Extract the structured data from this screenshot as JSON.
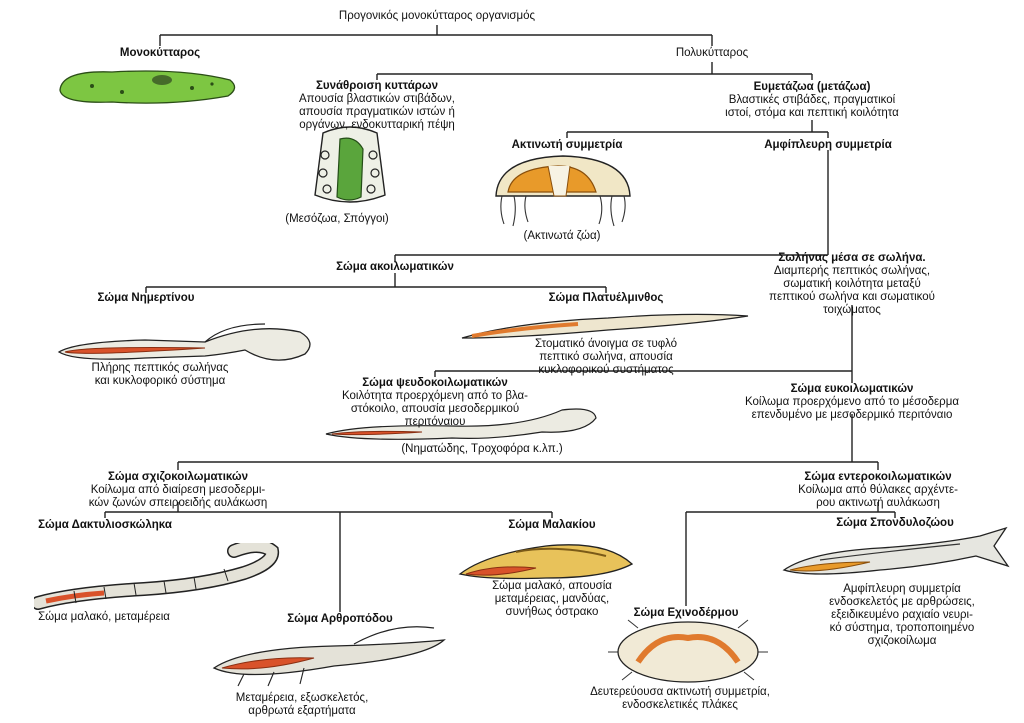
{
  "nodes": {
    "root": "Προγονικός μονοκύτταρος οργανισμός",
    "unicellular": "Μονοκύτταρος",
    "multicellular": "Πολυκύτταρος",
    "aggregation": {
      "title": "Συνάθροιση κυττάρων",
      "desc": [
        "Απουσία βλαστικών στιβάδων,",
        "απουσία πραγματικών ιστών ή",
        "οργάνων, ενδοκυτταρική πέψη"
      ],
      "example": "(Μεσόζωα, Σπόγγοι)"
    },
    "eumetazoa": {
      "title": "Ευμετάζωα (μετάζωα)",
      "desc": [
        "Βλαστικές στιβάδες, πραγματικοί",
        "ιστοί, στόμα και πεπτική κοιλότητα"
      ]
    },
    "radial": {
      "title": "Ακτινωτή συμμετρία",
      "example": "(Ακτινωτά ζώα)"
    },
    "bilateral": {
      "title": "Αμφίπλευρη συμμετρία"
    },
    "tube": {
      "title": "Σωλήνας μέσα σε σωλήνα.",
      "desc": [
        "Διαμπερής πεπτικός σωλήνας,",
        "σωματική κοιλότητα μεταξύ",
        "πεπτικού σωλήνα και σωματικού",
        "τοιχώματος"
      ]
    },
    "acoelomate": {
      "title": "Σώμα ακοιλωματικών"
    },
    "nemertean": {
      "title": "Σώμα Νημερτίνου",
      "desc": [
        "Πλήρης πεπτικός σωλήνας",
        "και κυκλοφορικό σύστημα"
      ]
    },
    "flatworm": {
      "title": "Σώμα Πλατυέλμινθος",
      "desc": [
        "Στοματικό άνοιγμα σε τυφλό",
        "πεπτικό σωλήνα, απουσία",
        "κυκλοφορικού συστήματος"
      ]
    },
    "pseudocoelomate": {
      "title": "Σώμα ψευδοκοιλωματικών",
      "desc": [
        "Κοιλότητα προερχόμενη από το βλα-",
        "στόκοιλο, απουσία μεσοδερμικού",
        "περιτόναιου"
      ],
      "example": "(Νηματώδης, Τροχοφόρα κ.λπ.)"
    },
    "eucoelomate": {
      "title": "Σώμα ευκοιλωματικών",
      "desc": [
        "Κοίλωμα προερχόμενο από το μέσοδερμα",
        "επενδυμένο με μεσοδερμικό περιτόναιο"
      ]
    },
    "schizocoelomate": {
      "title": "Σώμα σχιζοκοιλωματικών",
      "desc": [
        "Κοίλωμα από διαίρεση μεσοδερμι-",
        "κών ζωνών σπειροειδής αυλάκωση"
      ]
    },
    "enterocoelomate": {
      "title": "Σώμα εντεροκοιλωματικών",
      "desc": [
        "Κοίλωμα από θύλακες αρχέντε-",
        "ρου ακτινωτή αυλάκωση"
      ]
    },
    "annelid": {
      "title": "Σώμα Δακτυλιοσκώληκα",
      "desc": [
        "Σώμα μαλακό, μεταμέρεια"
      ]
    },
    "mollusc": {
      "title": "Σώμα Μαλακίου",
      "desc": [
        "Σώμα μαλακό, απουσία",
        "μεταμέρειας, μανδύας,",
        "συνήθως όστρακο"
      ]
    },
    "arthropod": {
      "title": "Σώμα Αρθροπόδου",
      "desc": [
        "Μεταμέρεια, εξωσκελετός,",
        "αρθρωτά εξαρτήματα"
      ]
    },
    "echinoderm": {
      "title": "Σώμα Εχινοδέρμου",
      "desc": [
        "Δευτερεύουσα ακτινωτή συμμετρία,",
        "ενδοσκελετικές πλάκες"
      ]
    },
    "vertebrate": {
      "title": "Σώμα Σπονδυλοζώου",
      "desc": [
        "Αμφίπλευρη συμμετρία",
        "ενδοσκελετός με αρθρώσεις,",
        "εξειδικευμένο ραχιαίο νευρι-",
        "κό σύστημα, τροποποιημένο",
        "σχιζοκοίλωμα"
      ]
    }
  }
}
